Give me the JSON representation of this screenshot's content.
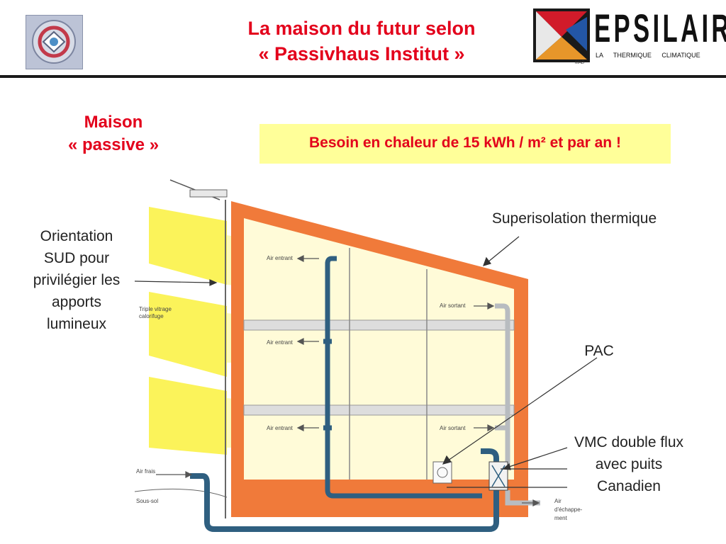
{
  "header": {
    "title_line1": "La maison du futur selon",
    "title_line2": "« Passivhaus Institut »",
    "brand_name": "EPSILAIR",
    "brand_tagline": "LA   THERMIQUE   CLIMATIQUE",
    "brand_mark": "MAD"
  },
  "intro": {
    "house_type_line1": "Maison",
    "house_type_line2": "« passive »",
    "heat_requirement": "Besoin en chaleur de 15 kWh / m² et par an !"
  },
  "annotations": {
    "orientation": [
      "Orientation",
      "SUD pour",
      "privilégier les",
      "apports",
      "lumineux"
    ],
    "insulation": "Superisolation thermique",
    "pac": "PAC",
    "vmc": [
      "VMC double flux",
      "avec puits",
      "Canadien"
    ]
  },
  "diagram": {
    "air_entrant": "Air entrant",
    "air_sortant": "Air sortant",
    "glazing": [
      "Triple vitrage",
      "calorifuge"
    ],
    "air_frais": "Air frais",
    "sous_sol": "Sous-sol",
    "exhaust": [
      "Air",
      "d'échappe-",
      "ment"
    ]
  },
  "colors": {
    "title_red": "#e3001b",
    "callout_yellow": "#ffff99",
    "insulation_orange": "#f07a3a",
    "duct_blue": "#2f5f80",
    "sun_yellow": "#fbf35a"
  }
}
